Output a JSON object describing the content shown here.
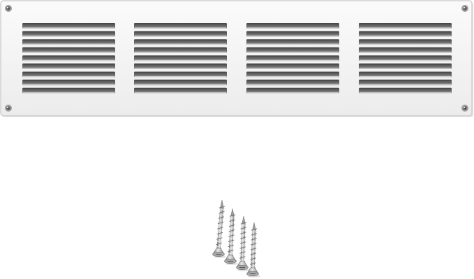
{
  "scene": {
    "subject": "vent-grille-with-screws",
    "background_color": "#ffffff"
  },
  "grille": {
    "panel_color": "#f4f4f4",
    "panel_edge_color": "#d2d2d2",
    "slat_color": "#5f5f5f",
    "slat_highlight": "#cfcfcf",
    "louver_groups": 4,
    "slats_per_group": 9,
    "mounting_holes": 4
  },
  "screws": {
    "count": 4,
    "metal_color": "#a9a9a9",
    "metal_dark": "#6e6e6e",
    "metal_light": "#e6e6e6"
  }
}
